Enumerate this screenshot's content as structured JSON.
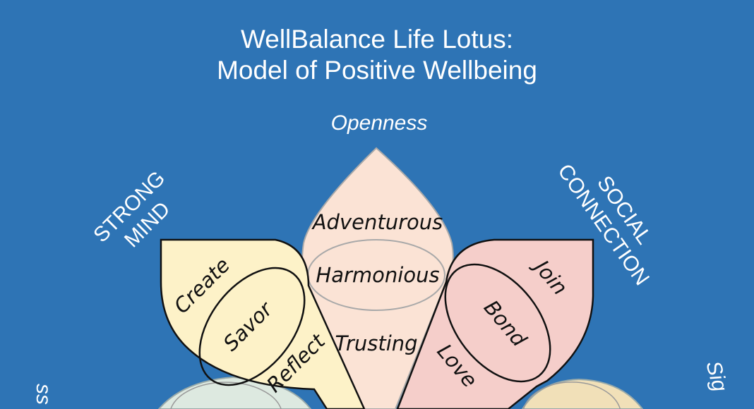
{
  "title": {
    "line1": "WellBalance Life Lotus:",
    "line2": "Model of Positive Wellbeing"
  },
  "petals": {
    "openness": {
      "label": "Openness",
      "words": [
        "Adventurous",
        "Harmonious",
        "Trusting"
      ],
      "color": "#fbe3d5"
    },
    "strong_mind": {
      "label_line1": "STRONG",
      "label_line2": "MIND",
      "words": [
        "Create",
        "Savor",
        "Reflect"
      ],
      "color": "#fdf2c8"
    },
    "social_connection": {
      "label_line1": "SOCIAL",
      "label_line2": "CONNECTION",
      "words": [
        "Join",
        "Bond",
        "Love"
      ],
      "color": "#f5ceca"
    },
    "left_partial": {
      "label": "ss",
      "color": "#dde9e0"
    },
    "right_partial": {
      "label": "Sig",
      "color": "#f1e0b8"
    }
  }
}
